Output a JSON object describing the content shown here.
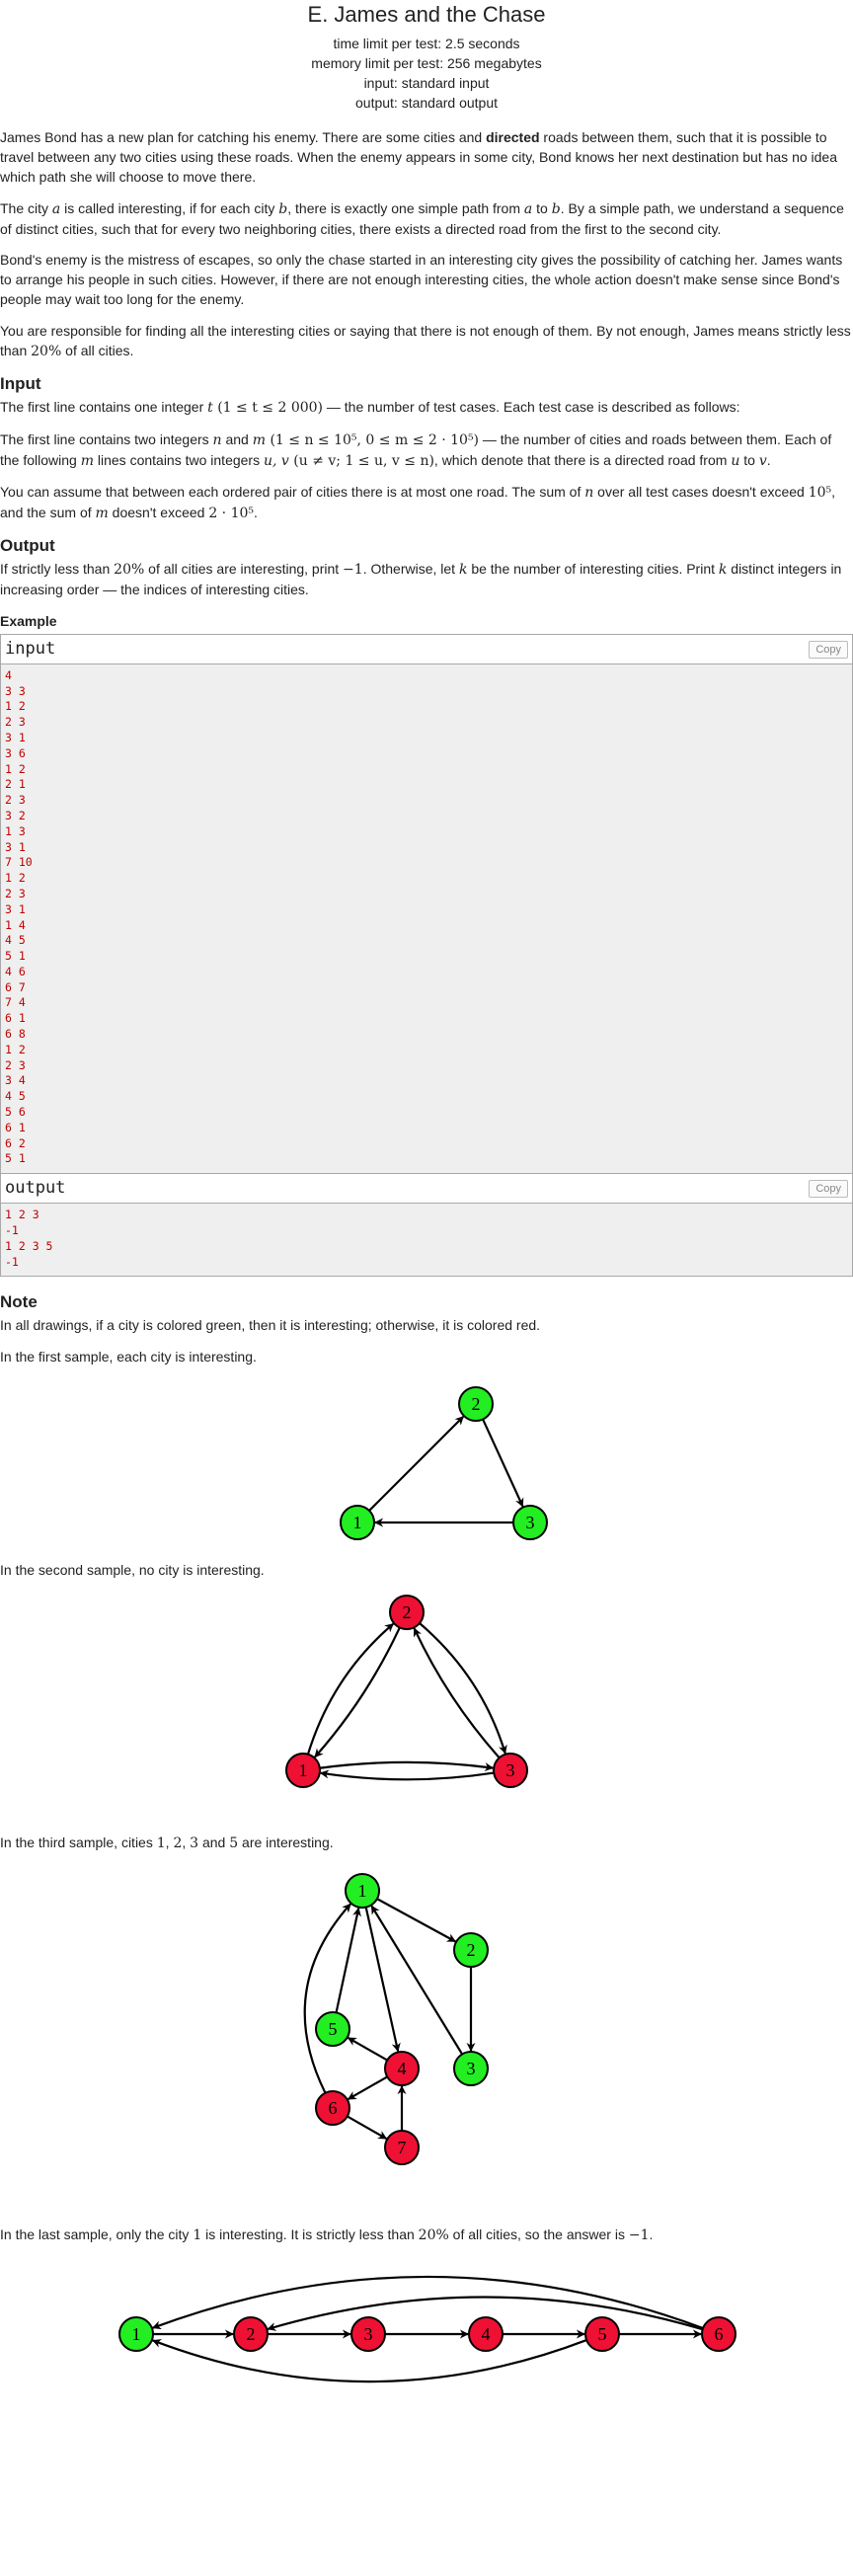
{
  "header": {
    "title": "E. James and the Chase",
    "time_limit": "time limit per test: 2.5 seconds",
    "memory_limit": "memory limit per test: 256 megabytes",
    "input": "input: standard input",
    "output": "output: standard output"
  },
  "statement": {
    "p1_a": "James Bond has a new plan for catching his enemy. There are some cities and ",
    "p1_bold": "directed",
    "p1_b": " roads between them, such that it is possible to travel between any two cities using these roads. When the enemy appears in some city, Bond knows her next destination but has no idea which path she will choose to move there.",
    "p2_a": "The city ",
    "p2_var_a": "a",
    "p2_b": " is called interesting, if for each city ",
    "p2_var_b": "b",
    "p2_c": ", there is exactly one simple path from ",
    "p2_var_a2": "a",
    "p2_d": " to ",
    "p2_var_b2": "b",
    "p2_e": ". By a simple path, we understand a sequence of distinct cities, such that for every two neighboring cities, there exists a directed road from the first to the second city.",
    "p3": "Bond's enemy is the mistress of escapes, so only the chase started in an interesting city gives the possibility of catching her. James wants to arrange his people in such cities. However, if there are not enough interesting cities, the whole action doesn't make sense since Bond's people may wait too long for the enemy.",
    "p4_a": "You are responsible for finding all the interesting cities or saying that there is not enough of them. By not enough, James means strictly less than ",
    "p4_pct": "20%",
    "p4_b": " of all cities."
  },
  "input_section": {
    "title": "Input",
    "p1_a": "The first line contains one integer ",
    "p1_t": "t",
    "p1_range": " (1 ≤ t ≤ 2 000)",
    "p1_b": " — the number of test cases. Each test case is described as follows:",
    "p2_a": "The first line contains two integers ",
    "p2_n": "n",
    "p2_and": " and ",
    "p2_m": "m",
    "p2_range": " (1 ≤ n ≤ 10⁵, 0 ≤ m ≤ 2 · 10⁵)",
    "p2_b": " — the number of cities and roads between them. Each of the following ",
    "p2_m2": "m",
    "p2_c": " lines contains two integers ",
    "p2_uv": "u, v",
    "p2_cond": " (u ≠ v; 1 ≤ u, v ≤ n)",
    "p2_d": ", which denote that there is a directed road from ",
    "p2_u": "u",
    "p2_to": " to ",
    "p2_v": "v",
    "p2_end": ".",
    "p3_a": "You can assume that between each ordered pair of cities there is at most one road. The sum of ",
    "p3_n": "n",
    "p3_b": " over all test cases doesn't exceed ",
    "p3_lim1": "10⁵",
    "p3_c": ", and the sum of ",
    "p3_m": "m",
    "p3_d": " doesn't exceed ",
    "p3_lim2": "2 · 10⁵",
    "p3_end": "."
  },
  "output_section": {
    "title": "Output",
    "p_a": "If strictly less than ",
    "p_pct": "20%",
    "p_b": " of all cities are interesting, print ",
    "p_neg": "−1",
    "p_c": ". Otherwise, let ",
    "p_k": "k",
    "p_d": " be the number of interesting cities. Print ",
    "p_k2": "k",
    "p_e": " distinct integers in increasing order — the indices of interesting cities."
  },
  "example": {
    "title": "Example",
    "input_label": "input",
    "output_label": "output",
    "copy_label": "Copy",
    "input_text": "4\n3 3\n1 2\n2 3\n3 1\n3 6\n1 2\n2 1\n2 3\n3 2\n1 3\n3 1\n7 10\n1 2\n2 3\n3 1\n1 4\n4 5\n5 1\n4 6\n6 7\n7 4\n6 1\n6 8\n1 2\n2 3\n3 4\n4 5\n5 6\n6 1\n6 2\n5 1",
    "output_text": "1 2 3\n-1\n1 2 3 5\n-1"
  },
  "note": {
    "title": "Note",
    "legend": "In all drawings, if a city is colored green, then it is interesting; otherwise, it is colored red.",
    "s1": "In the first sample, each city is interesting.",
    "s2": "In the second sample, no city is interesting.",
    "s3_a": "In the third sample, cities ",
    "s3_c1": "1",
    "s3_sep1": ", ",
    "s3_c2": "2",
    "s3_sep2": ", ",
    "s3_c3": "3",
    "s3_and": " and ",
    "s3_c5": "5",
    "s3_b": " are interesting.",
    "s4_a": "In the last sample, only the city ",
    "s4_c1": "1",
    "s4_b": " is interesting. It is strictly less than ",
    "s4_pct": "20%",
    "s4_c": " of all cities, so the answer is ",
    "s4_neg": "−1",
    "s4_end": "."
  },
  "colors": {
    "green": "#22ee22",
    "red": "#ee1133",
    "text": "#222222",
    "sample_bg": "#efefef",
    "sample_text": "#c00000"
  },
  "figures": {
    "fig1": {
      "labels": [
        "1",
        "2",
        "3"
      ]
    },
    "fig2": {
      "labels": [
        "1",
        "2",
        "3"
      ]
    },
    "fig3": {
      "labels": [
        "1",
        "2",
        "3",
        "4",
        "5",
        "6",
        "7"
      ]
    },
    "fig4": {
      "labels": [
        "1",
        "2",
        "3",
        "4",
        "5",
        "6"
      ]
    }
  }
}
